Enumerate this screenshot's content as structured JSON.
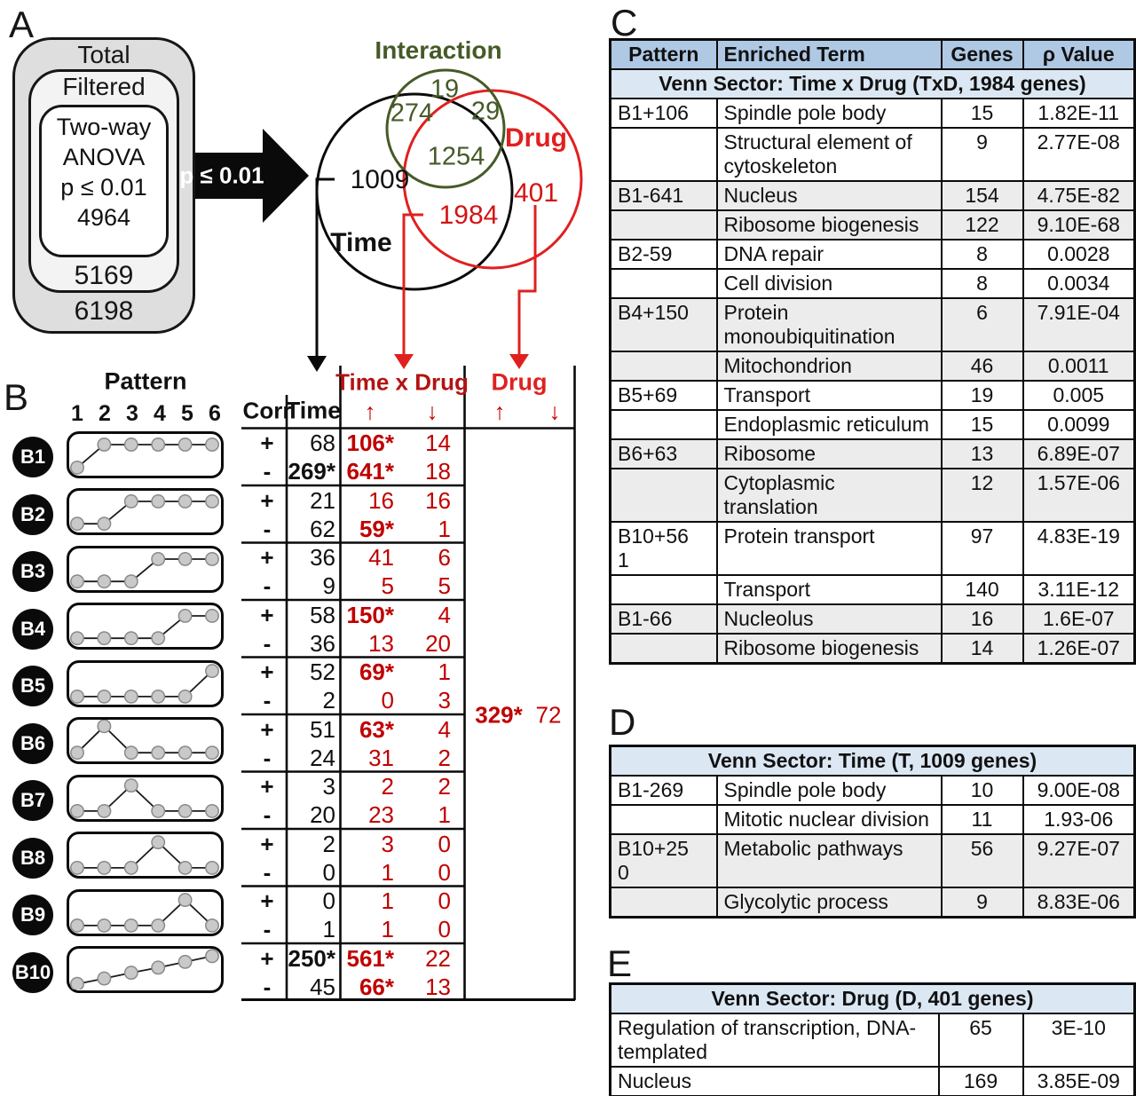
{
  "colors": {
    "dark": "#0c0c0c",
    "red": "#e02020",
    "crimson": "#c00000",
    "green": "#465a28",
    "hdrblue": "#afc9e4",
    "secblue": "#dbe7f3",
    "gray": "#ececec"
  },
  "panelA": {
    "label": "A",
    "total_label": "Total",
    "total_value": "6198",
    "filtered_label": "Filtered",
    "filtered_value": "5169",
    "inner_lines": [
      "Two-way",
      "ANOVA",
      "p ≤ 0.01",
      "4964"
    ],
    "arrow_label": "p ≤ 0.01",
    "venn": {
      "interaction_label": "Interaction",
      "time_label": "Time",
      "drug_label": "Drug",
      "interaction_only": "19",
      "interaction_time": "274",
      "interaction_drug": "29",
      "center_all": "1254",
      "time_only": "1009",
      "drug_only": "401",
      "time_drug": "1984"
    }
  },
  "panelB": {
    "label": "B",
    "pattern_header": "Pattern",
    "point_labels": [
      "1",
      "2",
      "3",
      "4",
      "5",
      "6"
    ],
    "corr_header": "Corr",
    "time_header": "Time",
    "txd_header": "Time x Drug",
    "drug_header": "Drug",
    "up_arrow": "↑",
    "down_arrow": "↓",
    "drug_up_total": "329*",
    "drug_down_total": "72",
    "groups": [
      {
        "id": "B1",
        "points": [
          0.1,
          0.82,
          0.82,
          0.82,
          0.82,
          0.82
        ],
        "plus": {
          "time": "68",
          "txd_up": "106*",
          "txd_down": "14"
        },
        "minus": {
          "time": "269*",
          "txd_up": "641*",
          "txd_down": "18"
        }
      },
      {
        "id": "B2",
        "points": [
          0.12,
          0.12,
          0.82,
          0.82,
          0.82,
          0.82
        ],
        "plus": {
          "time": "21",
          "txd_up": "16",
          "txd_down": "16"
        },
        "minus": {
          "time": "62",
          "txd_up": "59*",
          "txd_down": "1"
        }
      },
      {
        "id": "B3",
        "points": [
          0.12,
          0.12,
          0.12,
          0.82,
          0.82,
          0.82
        ],
        "plus": {
          "time": "36",
          "txd_up": "41",
          "txd_down": "6"
        },
        "minus": {
          "time": "9",
          "txd_up": "5",
          "txd_down": "5"
        }
      },
      {
        "id": "B4",
        "points": [
          0.12,
          0.12,
          0.12,
          0.12,
          0.82,
          0.82
        ],
        "plus": {
          "time": "58",
          "txd_up": "150*",
          "txd_down": "4"
        },
        "minus": {
          "time": "36",
          "txd_up": "13",
          "txd_down": "20"
        }
      },
      {
        "id": "B5",
        "points": [
          0.1,
          0.1,
          0.1,
          0.1,
          0.1,
          0.9
        ],
        "plus": {
          "time": "52",
          "txd_up": "69*",
          "txd_down": "1"
        },
        "minus": {
          "time": "2",
          "txd_up": "0",
          "txd_down": "3"
        }
      },
      {
        "id": "B6",
        "points": [
          0.12,
          0.95,
          0.12,
          0.12,
          0.12,
          0.12
        ],
        "plus": {
          "time": "51",
          "txd_up": "63*",
          "txd_down": "4"
        },
        "minus": {
          "time": "24",
          "txd_up": "31",
          "txd_down": "2"
        }
      },
      {
        "id": "B7",
        "points": [
          0.1,
          0.1,
          0.9,
          0.1,
          0.1,
          0.1
        ],
        "plus": {
          "time": "3",
          "txd_up": "2",
          "txd_down": "2"
        },
        "minus": {
          "time": "20",
          "txd_up": "23",
          "txd_down": "1"
        }
      },
      {
        "id": "B8",
        "points": [
          0.1,
          0.1,
          0.1,
          0.9,
          0.1,
          0.1
        ],
        "plus": {
          "time": "2",
          "txd_up": "3",
          "txd_down": "0"
        },
        "minus": {
          "time": "0",
          "txd_up": "1",
          "txd_down": "0"
        }
      },
      {
        "id": "B9",
        "points": [
          0.1,
          0.1,
          0.1,
          0.1,
          0.9,
          0.1
        ],
        "plus": {
          "time": "0",
          "txd_up": "1",
          "txd_down": "0"
        },
        "minus": {
          "time": "1",
          "txd_up": "1",
          "txd_down": "0"
        }
      },
      {
        "id": "B10",
        "points": [
          0.05,
          0.22,
          0.4,
          0.56,
          0.74,
          0.92
        ],
        "plus": {
          "time": "250*",
          "txd_up": "561*",
          "txd_down": "22"
        },
        "minus": {
          "time": "45",
          "txd_up": "66*",
          "txd_down": "13"
        }
      }
    ]
  },
  "panelC": {
    "label": "C",
    "columns": [
      "Pattern",
      "Enriched Term",
      "Genes",
      "ρ Value"
    ],
    "section_title": "Venn Sector:  Time x Drug (TxD, 1984 genes)",
    "rows": [
      {
        "pattern": "B1+106",
        "term": "Spindle pole body",
        "genes": "15",
        "p": "1.82E-11",
        "shade": false
      },
      {
        "pattern": "",
        "term": "Structural element of cytoskeleton",
        "genes": "9",
        "p": "2.77E-08",
        "shade": false
      },
      {
        "pattern": "B1-641",
        "term": "Nucleus",
        "genes": "154",
        "p": "4.75E-82",
        "shade": true
      },
      {
        "pattern": "",
        "term": "Ribosome biogenesis",
        "genes": "122",
        "p": "9.10E-68",
        "shade": true
      },
      {
        "pattern": "B2-59",
        "term": "DNA repair",
        "genes": "8",
        "p": "0.0028",
        "shade": false
      },
      {
        "pattern": "",
        "term": "Cell division",
        "genes": "8",
        "p": "0.0034",
        "shade": false
      },
      {
        "pattern": "B4+150",
        "term": "Protein monoubiquitination",
        "genes": "6",
        "p": "7.91E-04",
        "shade": true
      },
      {
        "pattern": "",
        "term": "Mitochondrion",
        "genes": "46",
        "p": "0.0011",
        "shade": true
      },
      {
        "pattern": "B5+69",
        "term": "Transport",
        "genes": "19",
        "p": "0.005",
        "shade": false
      },
      {
        "pattern": "",
        "term": "Endoplasmic reticulum",
        "genes": "15",
        "p": "0.0099",
        "shade": false
      },
      {
        "pattern": "B6+63",
        "term": "Ribosome",
        "genes": "13",
        "p": "6.89E-07",
        "shade": true
      },
      {
        "pattern": "",
        "term": "Cytoplasmic translation",
        "genes": "12",
        "p": "1.57E-06",
        "shade": true
      },
      {
        "pattern": "B10+561",
        "term": "Protein transport",
        "genes": "97",
        "p": "4.83E-19",
        "shade": false
      },
      {
        "pattern": "",
        "term": "Transport",
        "genes": "140",
        "p": "3.11E-12",
        "shade": false
      },
      {
        "pattern": "B1-66",
        "term": "Nucleolus",
        "genes": "16",
        "p": "1.6E-07",
        "shade": true
      },
      {
        "pattern": "",
        "term": "Ribosome biogenesis",
        "genes": "14",
        "p": "1.26E-07",
        "shade": true
      }
    ]
  },
  "panelD": {
    "label": "D",
    "section_title": "Venn Sector:  Time (T, 1009 genes)",
    "rows": [
      {
        "pattern": "B1-269",
        "term": "Spindle pole body",
        "genes": "10",
        "p": "9.00E-08",
        "shade": false
      },
      {
        "pattern": "",
        "term": "Mitotic nuclear division",
        "genes": "11",
        "p": "1.93-06",
        "shade": false
      },
      {
        "pattern": "B10+250",
        "term": "Metabolic pathways",
        "genes": "56",
        "p": "9.27E-07",
        "shade": true
      },
      {
        "pattern": "",
        "term": "Glycolytic process",
        "genes": "9",
        "p": "8.83E-06",
        "shade": true
      }
    ]
  },
  "panelE": {
    "label": "E",
    "section_title": "Venn Sector:  Drug (D, 401 genes)",
    "rows": [
      {
        "term": "Regulation of transcription, DNA-templated",
        "genes": "65",
        "p": "3E-10",
        "shade": false
      },
      {
        "term": "Nucleus",
        "genes": "169",
        "p": "3.85E-09",
        "shade": false
      }
    ]
  }
}
